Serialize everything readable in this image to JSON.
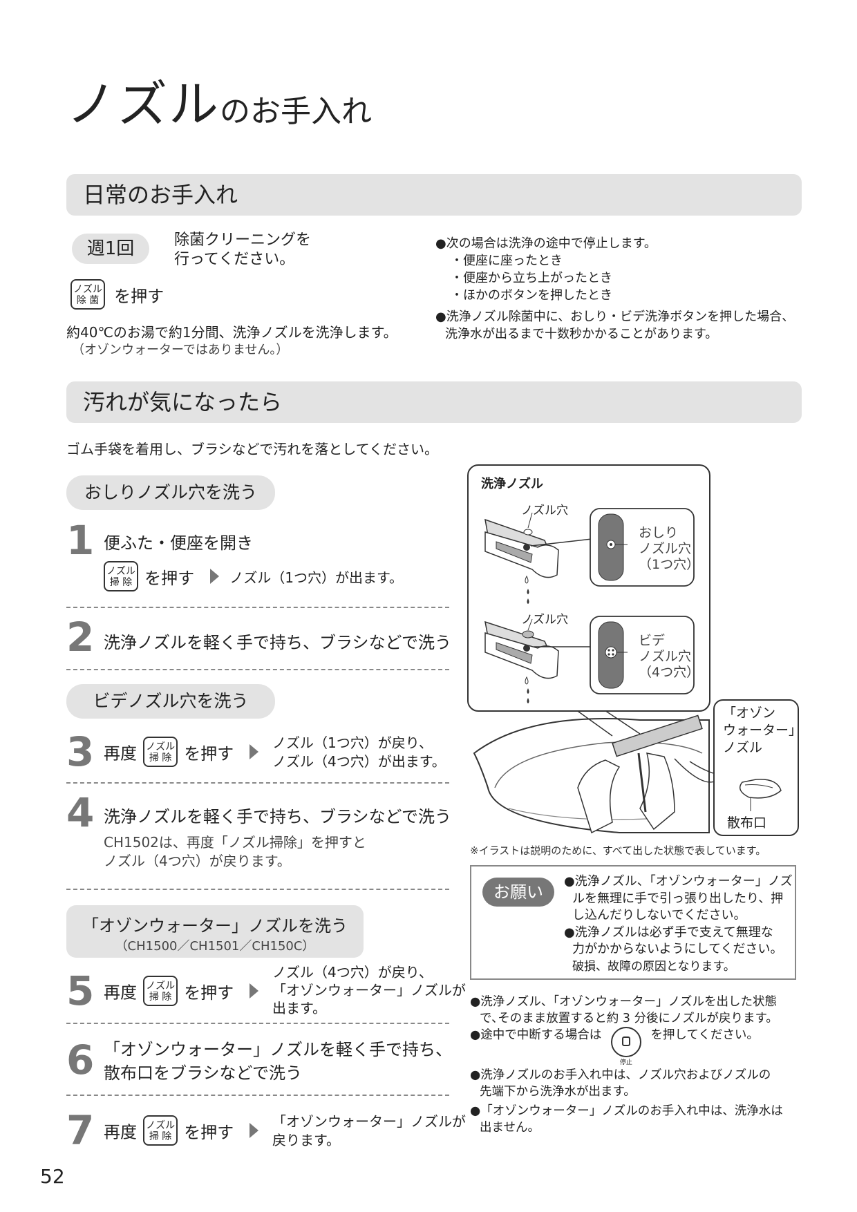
{
  "page": {
    "title_main": "ノズル",
    "title_sub": "のお手入れ",
    "page_number": "52"
  },
  "daily": {
    "heading": "日常のお手入れ",
    "frequency_badge": "週1回",
    "instruction_lines": [
      "除菌クリーニングを",
      "行ってください。"
    ],
    "button_line1": "ノズル",
    "button_line2": "除 菌",
    "press_text": "を押す",
    "desc_line1": "約40℃のお湯で約1分間、洗浄ノズルを洗浄します。",
    "desc_line2": "（オゾンウォーターではありません。）",
    "notes": [
      "●次の場合は洗浄の途中で停止します。",
      "・便座に座ったとき",
      "・便座から立ち上がったとき",
      "・ほかのボタンを押したとき"
    ],
    "note2_lines": [
      "●洗浄ノズル除菌中に、おしり・ビデ洗浄ボタンを押した場合、",
      "洗浄水が出るまで十数秒かかることがあります。"
    ]
  },
  "dirty": {
    "heading": "汚れが気になったら",
    "intro": "ゴム手袋を着用し、ブラシなどで汚れを落としてください。",
    "sub1": "おしりノズル穴を洗う",
    "sub2": "ビデノズル穴を洗う",
    "sub3": "「オゾンウォーター」ノズルを洗う",
    "sub3_models": "（CH1500／CH1501／CH150C）",
    "btn_line1": "ノズル",
    "btn_line2": "掃 除",
    "steps": {
      "s1_num": "1",
      "s1_title": "便ふた・便座を開き",
      "s1_press": "を押す",
      "s1_result": "ノズル（1つ穴）が出ます。",
      "s2_num": "2",
      "s2_title": "洗浄ノズルを軽く手で持ち、ブラシなどで洗う",
      "s3_num": "3",
      "s3_pre": "再度",
      "s3_press": "を押す",
      "s3_result": [
        "ノズル（1つ穴）が戻り、",
        "ノズル（4つ穴）が出ます。"
      ],
      "s4_num": "4",
      "s4_title": "洗浄ノズルを軽く手で持ち、ブラシなどで洗う",
      "s4_note": [
        "CH1502は、再度「ノズル掃除」を押すと",
        "ノズル（4つ穴）が戻ります。"
      ],
      "s5_num": "5",
      "s5_pre": "再度",
      "s5_press": "を押す",
      "s5_result": [
        "ノズル（4つ穴）が戻り、",
        "「オゾンウォーター」ノズルが",
        "出ます。"
      ],
      "s6_num": "6",
      "s6_title": [
        "「オゾンウォーター」ノズルを軽く手で持ち、",
        "散布口をブラシなどで洗う"
      ],
      "s7_num": "7",
      "s7_pre": "再度",
      "s7_press": "を押す",
      "s7_result": [
        "「オゾンウォーター」ノズルが",
        "戻ります。"
      ]
    }
  },
  "illustration": {
    "label_nozzle": "洗浄ノズル",
    "label_hole1": "ノズル穴",
    "label_hole2": "ノズル穴",
    "oshiri": [
      "おしり",
      "ノズル穴",
      "（1つ穴）"
    ],
    "bidet": [
      "ビデ",
      "ノズル穴",
      "（4つ穴）"
    ],
    "ozone_label": [
      "「オゾン",
      "ウォーター」",
      "ノズル"
    ],
    "sanpu": "散布口",
    "caption": "※イラストは説明のために、すべて出した状態で表しています。"
  },
  "request": {
    "badge": "お願い",
    "lines": [
      "●洗浄ノズル、「オゾンウォーター」ノズ",
      "ルを無理に手で引っ張り出したり、押",
      "し込んだりしないでください。",
      "●洗浄ノズルは必ず手で支えて無理な",
      "力がかからないようにしてください。",
      "破損、故障の原因となります。"
    ]
  },
  "bottom_notes": {
    "n1": [
      "●洗浄ノズル、「オゾンウォーター」ノズルを出した状態",
      "で､そのまま放置すると約 3 分後にノズルが戻ります。"
    ],
    "n2_pre": "●途中で中断する場合は",
    "n2_post": "を押してください。",
    "stop_label": "停止",
    "n3": [
      "●洗浄ノズルのお手入れ中は、ノズル穴およびノズルの",
      "先端下から洗浄水が出ます。"
    ],
    "n4": [
      "●「オゾンウォーター」ノズルのお手入れ中は、洗浄水は",
      "出ません。"
    ]
  }
}
